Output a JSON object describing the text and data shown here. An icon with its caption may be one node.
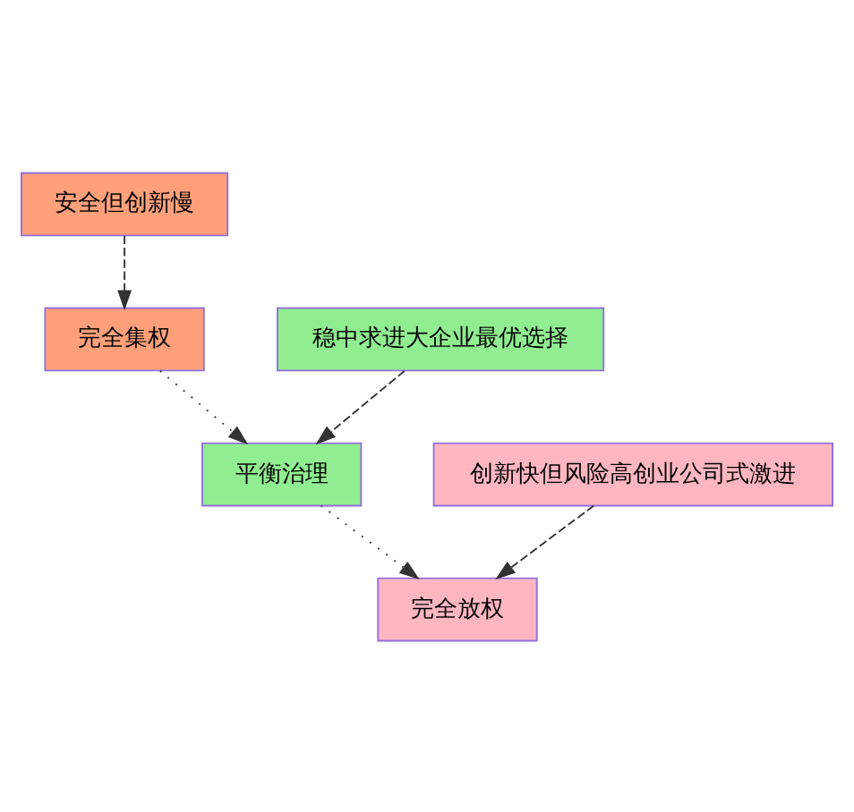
{
  "diagram": {
    "nodes": [
      {
        "text": [
          "安全但创新慢"
        ]
      },
      {
        "text": [
          "完全集权"
        ]
      },
      {
        "text": [
          "稳中求进大企业最优选择"
        ]
      },
      {
        "text": [
          "平衡治理"
        ]
      },
      {
        "text": [
          "创新快但风险高创业公司式激进"
        ]
      },
      {
        "text": [
          "完全放权"
        ]
      }
    ],
    "edges": [
      {
        "from": 0,
        "to": 1,
        "arrow": "to",
        "style": "dashed"
      },
      {
        "from": 1,
        "to": 3,
        "arrow": "to"
      },
      {
        "from": 2,
        "to": 3,
        "arrow": "to",
        "style": "dashed"
      },
      {
        "from": 3,
        "to": 5,
        "arrow": "to"
      },
      {
        "from": 4,
        "to": 5,
        "arrow": "to",
        "style": "dashed"
      }
    ]
  }
}
